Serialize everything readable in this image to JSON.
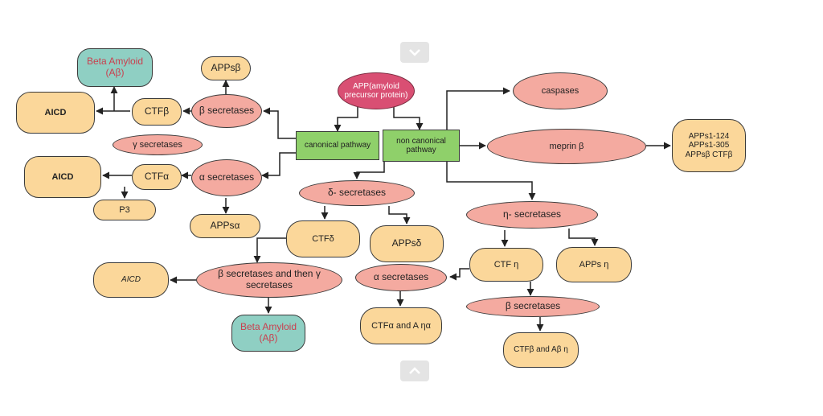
{
  "nodes": {
    "beta_amyloid_top": "Beta Amyloid (Aβ)",
    "apps_beta_top": "APPsβ",
    "aicd_top": "AICD",
    "ctf_beta": "CTFβ",
    "beta_secretases_left": "β secretases",
    "gamma_secretases_left": "γ secretases",
    "aicd_mid": "AICD",
    "ctf_alpha": "CTFα",
    "alpha_secretases_left": "α secretases",
    "p3": "P3",
    "apps_alpha": "APPsα",
    "app": "APP(amyloid precursor protein)",
    "canonical_pathway": "canonical pathway",
    "non_canonical_pathway": "non canonical pathway",
    "caspases": "caspases",
    "meprin_beta": "meprin β",
    "meprin_products": "APPs1-124 APPs1-305 APPsβ CTFβ",
    "delta_secretases": "δ- secretases",
    "eta_secretases": "η- secretases",
    "ctf_delta": "CTFδ",
    "apps_delta": "APPsδ",
    "ctf_eta": "CTF η",
    "apps_eta": "APPs η",
    "aicd_bottom": "AICD",
    "beta_then_gamma": "β secretases and then γ secretases",
    "alpha_secretases_mid": "α secretases",
    "beta_secretases_right": "β secretases",
    "beta_amyloid_bottom": "Beta Amyloid (Aβ)",
    "ctf_alpha_a_eta_alpha": "CTFα and A ηα",
    "ctf_beta_a_beta_eta": "CTFβ and Aβ η"
  },
  "ui": {
    "scroll_up_icon": "chevron-up-icon",
    "scroll_down_icon": "chevron-down-icon"
  },
  "colors": {
    "product": "#fbd79a",
    "enzyme": "#f4aaa0",
    "amyloid": "#8fcfc3",
    "pathway": "#8fd06a",
    "app": "#d94f73"
  }
}
